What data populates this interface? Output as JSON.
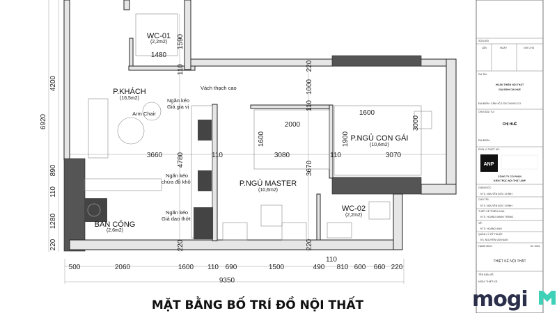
{
  "drawing_title": "MẶT BẰNG BỐ TRÍ ĐỒ NỘI THẤT",
  "rooms": [
    {
      "name": "WC-01",
      "area": "(2,2m2)"
    },
    {
      "name": "P.KHÁCH",
      "area": "(16,5m2)"
    },
    {
      "name": "P.NGỦ MASTER",
      "area": "(10,6m2)"
    },
    {
      "name": "P.NGỦ CON GÁI",
      "area": "(10,6m2)"
    },
    {
      "name": "WC-02",
      "area": "(2,2m2)"
    },
    {
      "name": "BAN CÔNG",
      "area": "(2,6m2)"
    }
  ],
  "notes": {
    "partition": "Vách thạch cao",
    "drawer1_a": "Ngăn kéo",
    "drawer1_b": "Giá gia vị",
    "armchair": "Arm Chair",
    "drawer2_a": "Ngăn kéo",
    "drawer2_b": "chứa đồ khô",
    "drawer3_a": "Ngăn kéo",
    "drawer3_b": "Giá dao thớt"
  },
  "dimensions": {
    "left": [
      "4200",
      "6920",
      "890",
      "110",
      "1280",
      "220"
    ],
    "interior": [
      "1590",
      "1480",
      "110",
      "4780",
      "220",
      "220",
      "1000",
      "110",
      "3670",
      "220",
      "3660",
      "110",
      "3080",
      "110",
      "3070",
      "2000",
      "1600",
      "1600",
      "1900",
      "3000"
    ],
    "bottom": [
      "500",
      "2060",
      "1600",
      "110",
      "690",
      "1500",
      "490",
      "110",
      "810",
      "600",
      "660",
      "220"
    ],
    "total": "9350"
  },
  "title_block": {
    "revision": "SỬA ĐỔI",
    "rev_cols": [
      "LẦN",
      "NGÀY",
      "GHI CHÚ"
    ],
    "project_label": "DỰ ÁN:",
    "project_1": "HOÀN THIỆN NỘI THẤT",
    "project_2": "GIA ĐÌNH CHỊ HUẾ",
    "location_line": "ĐỊA ĐIỂM: CĂN HỘ 1230 CHUNG CƯ",
    "owner_label": "CHỦ ĐẦU TƯ:",
    "owner": "CHỊ HUẾ",
    "location_label": "ĐỊA ĐIỂM:",
    "designer_label": "ĐƠN VỊ THIẾT KẾ:",
    "logo": "ANP",
    "company_1": "CÔNG TY CỔ PHẦN",
    "company_2": "KIẾN TRÚC NỘI THẤT ANP",
    "staff": [
      {
        "role": "GIÁM ĐỐC:",
        "name": "KTS. NGUYỄN ĐỨC CHÍNH"
      },
      {
        "role": "CHỦ TRÌ:",
        "name": "KTS. NGUYỄN ĐỨC CHÍNH"
      },
      {
        "role": "THIẾT KẾ TRIỂN KHAI:",
        "name": "KTS. HOÀNG MẠNH TRÁNG"
      },
      {
        "role": "VẼ:",
        "name": "KTS. HOÀNG ANH"
      },
      {
        "role": "QUẢN LÝ KỸ THUẬT:",
        "name": "KS. NGUYỄN VĂN NAM"
      }
    ],
    "category_label": "HẠNG MỤC:",
    "code": "ID: 0001",
    "category": "THIẾT KẾ NỘI THẤT",
    "sheet_label": "TÊN BẢN VẼ:",
    "date_label": "NGÀY THIẾT KẾ:"
  },
  "watermark": "mogi",
  "colors": {
    "wall_dark": "#555555",
    "logo_navy": "#2b2f4a",
    "logo_teal": "#3fd1b8"
  }
}
